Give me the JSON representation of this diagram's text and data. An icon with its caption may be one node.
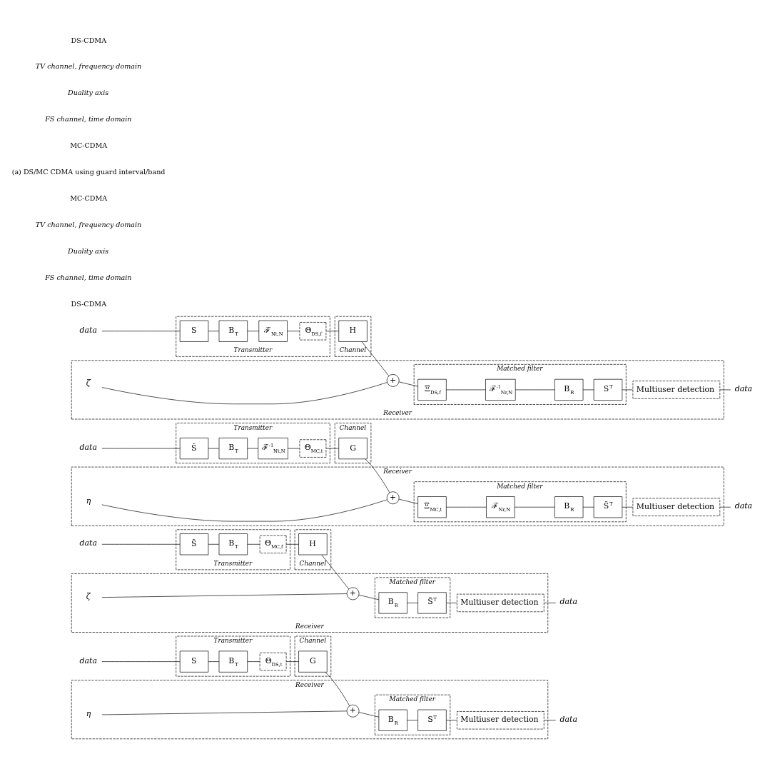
{
  "diagram": {
    "nodes": [
      {
        "text": [
          "data"
        ]
      },
      {
        "text": [
          "Transmitter"
        ]
      },
      {
        "text": [
          "S"
        ],
        "in": 1
      },
      {
        "text": [
          "B$_{T}$"
        ],
        "in": 1
      },
      {
        "text": [
          "Θ$_{DS,t}$"
        ],
        "in": 1
      },
      {
        "text": [
          "Channel"
        ]
      },
      {
        "text": [
          "G"
        ],
        "in": 5
      },
      {
        "text": [
          "Receiver"
        ]
      },
      {
        "text": [
          "+"
        ],
        "in": 7
      },
      {
        "text": [
          "η"
        ],
        "in": 7
      },
      {
        "text": [
          "Matched filter"
        ],
        "in": 7
      },
      {
        "text": [
          "B$_{R}$"
        ],
        "in": 10
      },
      {
        "text": [
          "S$^{T}$"
        ],
        "in": 10
      },
      {
        "text": [
          "Multiuser detection"
        ],
        "in": 7
      },
      {
        "text": [
          "data"
        ]
      },
      {
        "text": [
          "data"
        ]
      },
      {
        "text": [
          "Transmitter"
        ]
      },
      {
        "text": [
          "S̃"
        ],
        "in": 16
      },
      {
        "text": [
          "B$_{T}$"
        ],
        "in": 16
      },
      {
        "text": [
          "Θ$_{MC,f}$"
        ],
        "in": 16
      },
      {
        "text": [
          "Channel"
        ]
      },
      {
        "text": [
          "H"
        ],
        "in": 20
      },
      {
        "text": [
          "Receiver"
        ]
      },
      {
        "text": [
          "+"
        ],
        "in": 22
      },
      {
        "text": [
          "ζ"
        ],
        "in": 22
      },
      {
        "text": [
          "Matched filter"
        ],
        "in": 22
      },
      {
        "text": [
          "B$_{R}$"
        ],
        "in": 25
      },
      {
        "text": [
          "S̃$^{T}$"
        ],
        "in": 25
      },
      {
        "text": [
          "Multiuser detection"
        ],
        "in": 22
      },
      {
        "text": [
          "data"
        ]
      },
      {
        "text": [
          "data"
        ]
      },
      {
        "text": [
          "Transmitter"
        ]
      },
      {
        "text": [
          "S̃"
        ],
        "in": 31
      },
      {
        "text": [
          "B$_{T}$"
        ],
        "in": 31
      },
      {
        "text": [
          "ℱ$^{-1}$$_{Nt,N}$"
        ],
        "in": 31
      },
      {
        "text": [
          "Θ$_{MC,t}$"
        ],
        "in": 31
      },
      {
        "text": [
          "Channel"
        ]
      },
      {
        "text": [
          "G"
        ],
        "in": 36
      },
      {
        "text": [
          "Receiver"
        ]
      },
      {
        "text": [
          "+"
        ],
        "in": 38
      },
      {
        "text": [
          "η"
        ],
        "in": 38
      },
      {
        "text": [
          "Matched filter"
        ],
        "in": 38
      },
      {
        "text": [
          "Ξ$_{MC,t}$"
        ],
        "in": 41
      },
      {
        "text": [
          "ℱ$_{Nr,N}$"
        ],
        "in": 41
      },
      {
        "text": [
          "B$_{R}$"
        ],
        "in": 41
      },
      {
        "text": [
          "S̃$^{T}$"
        ],
        "in": 41
      },
      {
        "text": [
          "Multiuser detection"
        ],
        "in": 38
      },
      {
        "text": [
          "data"
        ]
      },
      {
        "text": [
          "data"
        ]
      },
      {
        "text": [
          "Transmitter"
        ]
      },
      {
        "text": [
          "S"
        ],
        "in": 49
      },
      {
        "text": [
          "B$_{T}$"
        ],
        "in": 49
      },
      {
        "text": [
          "ℱ$_{Nt,N}$"
        ],
        "in": 49
      },
      {
        "text": [
          "Θ$_{DS,f}$"
        ],
        "in": 49
      },
      {
        "text": [
          "Channel"
        ]
      },
      {
        "text": [
          "H"
        ],
        "in": 54
      },
      {
        "text": [
          "Receiver"
        ]
      },
      {
        "text": [
          "+"
        ],
        "in": 56
      },
      {
        "text": [
          "ζ"
        ],
        "in": 56
      },
      {
        "text": [
          "Matched filter"
        ],
        "in": 56
      },
      {
        "text": [
          "Ξ$_{DS,f}$"
        ],
        "in": 59
      },
      {
        "text": [
          "ℱ$^{-1}$$_{Nr,N}$"
        ],
        "in": 59
      },
      {
        "text": [
          "B$_{R}$"
        ],
        "in": 59
      },
      {
        "text": [
          "S$^{T}$"
        ],
        "in": 59
      },
      {
        "text": [
          "Multiuser detection"
        ],
        "in": 56
      },
      {
        "text": [
          "data"
        ]
      }
    ],
    "edges": [
      {
        "from": 0,
        "to": 2,
        "arrow": "none"
      },
      {
        "from": 2,
        "to": 3,
        "arrow": "none"
      },
      {
        "from": 3,
        "to": 4,
        "arrow": "none"
      },
      {
        "from": 4,
        "to": 6,
        "arrow": "none"
      },
      {
        "from": 6,
        "to": 8,
        "arrow": "none"
      },
      {
        "from": 9,
        "to": 8,
        "arrow": "none"
      },
      {
        "from": 8,
        "to": 11,
        "arrow": "none"
      },
      {
        "from": 11,
        "to": 12,
        "arrow": "none"
      },
      {
        "from": 12,
        "to": 13,
        "arrow": "none"
      },
      {
        "from": 13,
        "to": 14,
        "arrow": "none"
      },
      {
        "from": 15,
        "to": 17,
        "arrow": "none"
      },
      {
        "from": 17,
        "to": 18,
        "arrow": "none"
      },
      {
        "from": 18,
        "to": 19,
        "arrow": "none"
      },
      {
        "from": 19,
        "to": 21,
        "arrow": "none"
      },
      {
        "from": 21,
        "to": 23,
        "arrow": "none"
      },
      {
        "from": 24,
        "to": 23,
        "arrow": "none"
      },
      {
        "from": 23,
        "to": 26,
        "arrow": "none"
      },
      {
        "from": 26,
        "to": 27,
        "arrow": "none"
      },
      {
        "from": 27,
        "to": 28,
        "arrow": "none"
      },
      {
        "from": 28,
        "to": 29,
        "arrow": "none"
      },
      {
        "from": 30,
        "to": 32,
        "arrow": "none"
      },
      {
        "from": 32,
        "to": 33,
        "arrow": "none"
      },
      {
        "from": 33,
        "to": 34,
        "arrow": "none"
      },
      {
        "from": 34,
        "to": 35,
        "arrow": "none"
      },
      {
        "from": 35,
        "to": 37,
        "arrow": "none"
      },
      {
        "from": 37,
        "to": 39,
        "arrow": "none"
      },
      {
        "from": 40,
        "to": 39,
        "arrow": "none"
      },
      {
        "from": 39,
        "to": 42,
        "arrow": "none"
      },
      {
        "from": 42,
        "to": 43,
        "arrow": "none"
      },
      {
        "from": 43,
        "to": 44,
        "arrow": "none"
      },
      {
        "from": 44,
        "to": 45,
        "arrow": "none"
      },
      {
        "from": 45,
        "to": 46,
        "arrow": "none"
      },
      {
        "from": 46,
        "to": 47,
        "arrow": "none"
      },
      {
        "from": 48,
        "to": 50,
        "arrow": "none"
      },
      {
        "from": 50,
        "to": 51,
        "arrow": "none"
      },
      {
        "from": 51,
        "to": 52,
        "arrow": "none"
      },
      {
        "from": 52,
        "to": 53,
        "arrow": "none"
      },
      {
        "from": 53,
        "to": 55,
        "arrow": "none"
      },
      {
        "from": 55,
        "to": 57,
        "arrow": "none"
      },
      {
        "from": 58,
        "to": 57,
        "arrow": "none"
      },
      {
        "from": 57,
        "to": 60,
        "arrow": "none"
      },
      {
        "from": 60,
        "to": 61,
        "arrow": "none"
      },
      {
        "from": 61,
        "to": 62,
        "arrow": "none"
      },
      {
        "from": 62,
        "to": 63,
        "arrow": "none"
      },
      {
        "from": 63,
        "to": 64,
        "arrow": "none"
      },
      {
        "from": 64,
        "to": 65,
        "arrow": "none"
      }
    ],
    "labels": [
      "DS-CDMA",
      "FS channel, time domain",
      "Duality axis",
      "TV channel, frequency domain",
      "MC-CDMA",
      "(a) DS/MC CDMA using guard interval/band",
      "MC-CDMA",
      "FS channel, time domain",
      "Duality axis",
      "TV channel, frequency domain",
      "DS-CDMA"
    ]
  }
}
